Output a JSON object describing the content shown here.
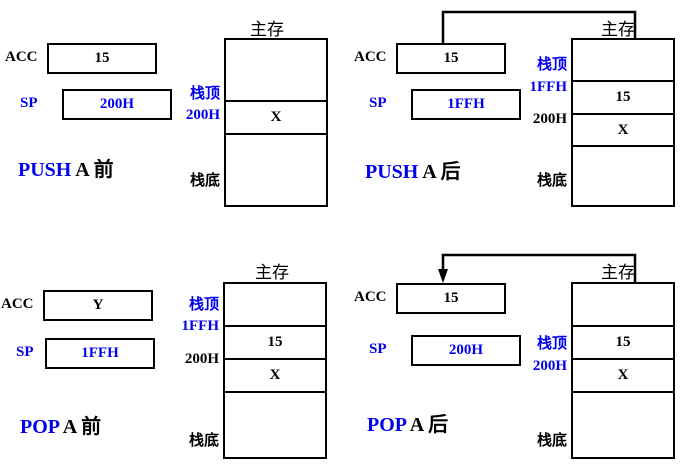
{
  "figure": {
    "title_absent": true,
    "memory_title": "主存",
    "stack_top_label": "栈顶",
    "stack_bottom_label": "栈底",
    "acc_label": "ACC",
    "sp_label": "SP",
    "colors": {
      "accent_blue": "#0000ee",
      "ink_black": "#000000",
      "background": "#ffffff"
    }
  },
  "panels": [
    {
      "id": "push-before",
      "caption_keyword": "PUSH",
      "caption_rest": "A",
      "caption_cn": "前",
      "acc_label": "ACC",
      "acc_value": "15",
      "acc_value_color": "#000000",
      "sp_label": "SP",
      "sp_value": "200H",
      "sp_value_color": "#0000ee",
      "memory_title": "主存",
      "cells": [
        {
          "addr": "",
          "value": "",
          "addr_color": "#000000"
        },
        {
          "addr": "200H",
          "value": "X",
          "addr_color": "#0000ee"
        },
        {
          "addr": "",
          "value": "",
          "addr_color": "#000000"
        }
      ],
      "top_marker": "栈顶",
      "top_marker_color": "#0000ee",
      "bottom_marker": "栈底",
      "bottom_marker_color": "#000000",
      "arrow": "none"
    },
    {
      "id": "push-after",
      "caption_keyword": "PUSH",
      "caption_rest": "A",
      "caption_cn": "后",
      "acc_label": "ACC",
      "acc_value": "15",
      "acc_value_color": "#000000",
      "sp_label": "SP",
      "sp_value": "1FFH",
      "sp_value_color": "#0000ee",
      "memory_title": "主存",
      "cells": [
        {
          "addr": "",
          "value": "",
          "addr_color": "#000000"
        },
        {
          "addr": "1FFH",
          "value": "15",
          "addr_color": "#0000ee"
        },
        {
          "addr": "200H",
          "value": "X",
          "addr_color": "#000000"
        },
        {
          "addr": "",
          "value": "",
          "addr_color": "#000000"
        }
      ],
      "top_marker": "栈顶",
      "top_marker_color": "#0000ee",
      "bottom_marker": "栈底",
      "bottom_marker_color": "#000000",
      "arrow": "acc-to-memory"
    },
    {
      "id": "pop-before",
      "caption_keyword": "POP",
      "caption_rest": "A",
      "caption_cn": "前",
      "acc_label": "ACC",
      "acc_value": "Y",
      "acc_value_color": "#000000",
      "sp_label": "SP",
      "sp_value": "1FFH",
      "sp_value_color": "#0000ee",
      "memory_title": "主存",
      "cells": [
        {
          "addr": "",
          "value": "",
          "addr_color": "#000000"
        },
        {
          "addr": "1FFH",
          "value": "15",
          "addr_color": "#0000ee"
        },
        {
          "addr": "200H",
          "value": "X",
          "addr_color": "#000000"
        },
        {
          "addr": "",
          "value": "",
          "addr_color": "#000000"
        }
      ],
      "top_marker": "栈顶",
      "top_marker_color": "#0000ee",
      "bottom_marker": "栈底",
      "bottom_marker_color": "#000000",
      "arrow": "none"
    },
    {
      "id": "pop-after",
      "caption_keyword": "POP",
      "caption_rest": "A",
      "caption_cn": "后",
      "acc_label": "ACC",
      "acc_value": "15",
      "acc_value_color": "#000000",
      "sp_label": "SP",
      "sp_value": "200H",
      "sp_value_color": "#0000ee",
      "memory_title": "主存",
      "cells": [
        {
          "addr": "",
          "value": "",
          "addr_color": "#000000"
        },
        {
          "addr": "",
          "value": "15",
          "addr_color": "#000000"
        },
        {
          "addr": "200H",
          "value": "X",
          "addr_color": "#0000ee"
        },
        {
          "addr": "",
          "value": "",
          "addr_color": "#000000"
        }
      ],
      "top_marker": "栈顶",
      "top_marker_color": "#0000ee",
      "bottom_marker": "栈底",
      "bottom_marker_color": "#000000",
      "arrow": "memory-to-acc"
    }
  ]
}
